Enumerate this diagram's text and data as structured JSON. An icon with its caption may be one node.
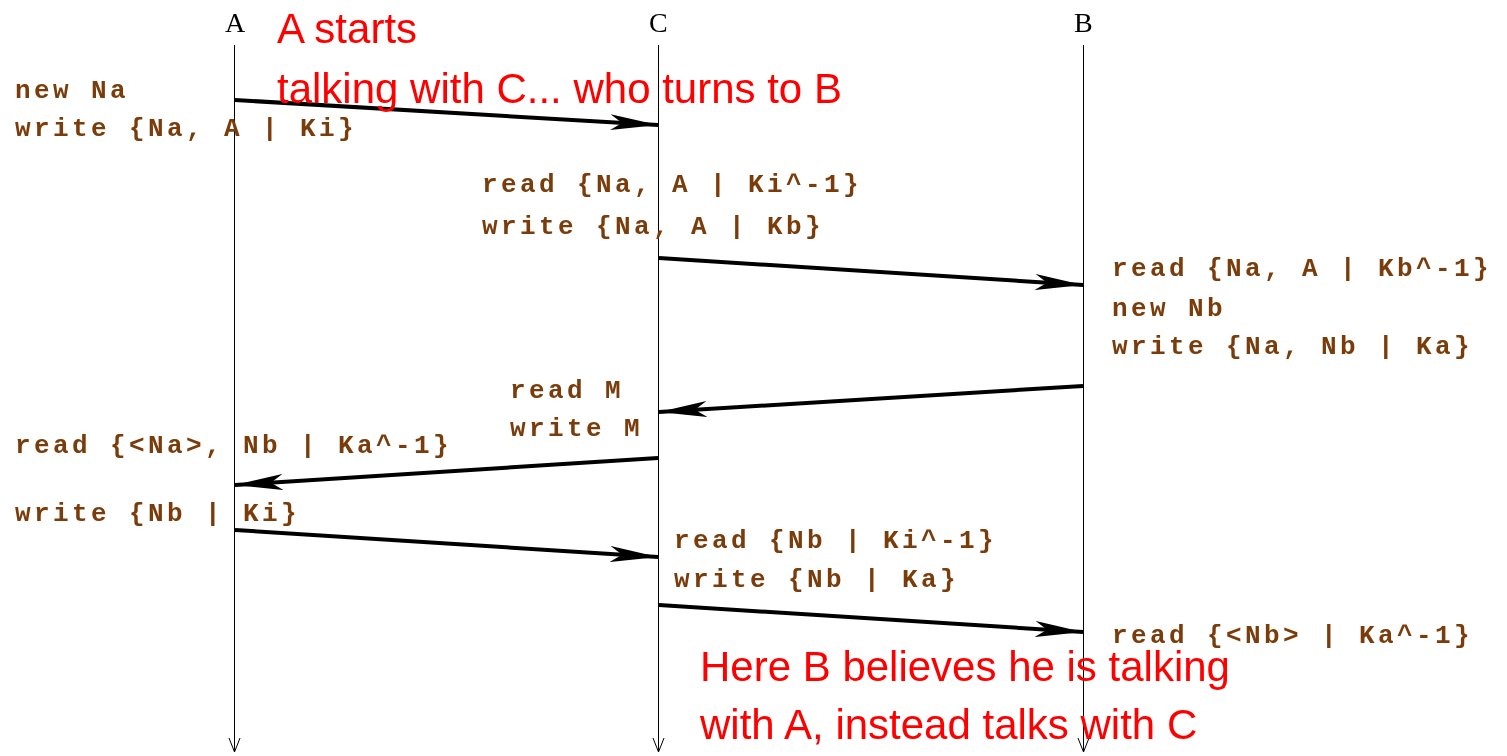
{
  "diagram": {
    "nodes": [
      {
        "text": [
          "A"
        ]
      },
      {
        "text": [
          "C"
        ]
      },
      {
        "text": [
          "B"
        ]
      }
    ],
    "edges": [
      {
        "from": 0,
        "to": 1,
        "arrow": "to"
      },
      {
        "from": 1,
        "to": 2,
        "arrow": "to"
      },
      {
        "from": 2,
        "to": 1,
        "arrow": "to"
      },
      {
        "from": 1,
        "to": 0,
        "arrow": "to"
      },
      {
        "from": 0,
        "to": 1,
        "arrow": "to"
      },
      {
        "from": 1,
        "to": 2,
        "arrow": "to"
      }
    ],
    "labels": [
      "A starts",
      "talking with C... who turns to B",
      "new Na",
      "write {Na, A | Ki}",
      "read {Na, A | Ki^-1}",
      "write {Na, A | Kb}",
      "read {Na, A | Kb^-1}",
      "new Nb",
      "write {Na, Nb | Ka}",
      "read M",
      "write M",
      "read {<Na>, Nb | Ka^-1}",
      "write {Nb | Ki}",
      "read {Nb | Ki^-1}",
      "write {Nb | Ka}",
      "read {<Nb> | Ka^-1}",
      "Here B believes he is talking",
      "with A, instead talks with C"
    ]
  }
}
